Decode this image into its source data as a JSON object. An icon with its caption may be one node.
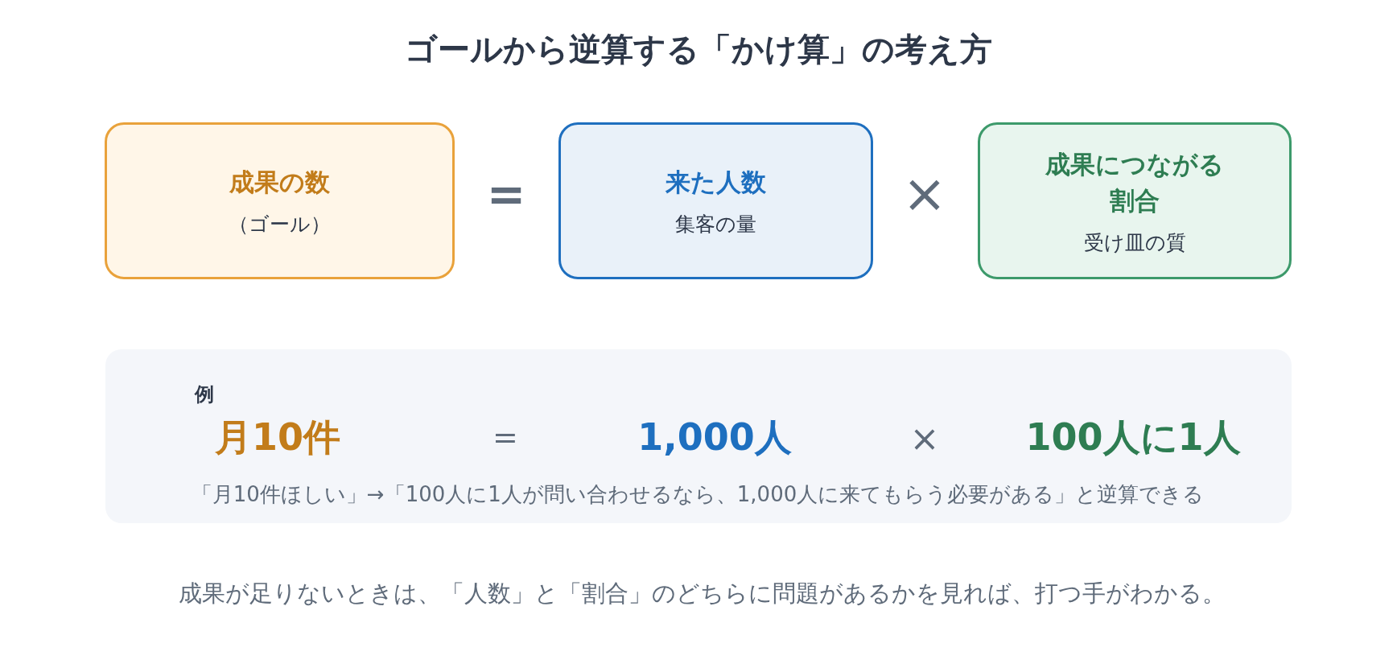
{
  "diagram": {
    "title": "ゴールから逆算する「かけ算」の考え方",
    "nodes": [
      {
        "text": [
          "成果の数",
          "（ゴール）"
        ]
      },
      {
        "text": [
          "来た人数",
          "集客の量"
        ]
      },
      {
        "text": [
          "成果につながる割合",
          "受け皿の質"
        ]
      },
      {
        "text": [
          "例",
          "月10件",
          "=",
          "1,000人",
          "×",
          "100人に1人",
          "「月10件ほしい」→「100人に1人が問い合わせるなら、1,000人に来てもらう必要がある」と逆算できる"
        ]
      }
    ],
    "labels": [
      "=",
      "×"
    ],
    "caption": "成果が足りないときは、「人数」と「割合」のどちらに問題があるかを見れば、打つ手がわかる。"
  }
}
